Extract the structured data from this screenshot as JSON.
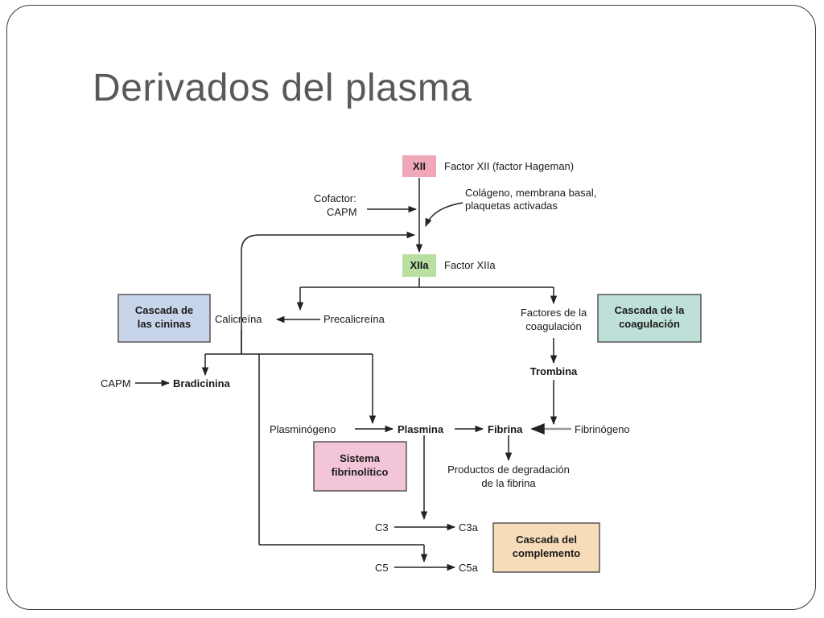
{
  "slide": {
    "title": "Derivados del plasma"
  },
  "diagram": {
    "nodes": {
      "xii_box": "XII",
      "xii_label": "Factor XII (factor Hageman)",
      "cofactor_line1": "Cofactor:",
      "cofactor_line2": "CAPM",
      "collagen_line1": "Colágeno, membrana basal,",
      "collagen_line2": "plaquetas activadas",
      "xiia_box": "XIIa",
      "xiia_label": "Factor XIIa",
      "kinin_cascade_line1": "Cascada de",
      "kinin_cascade_line2": "las cininas",
      "calicreina": "Calicreína",
      "precalicreina": "Precalicreína",
      "coag_factors_line1": "Factores de la",
      "coag_factors_line2": "coagulación",
      "coag_cascade_line1": "Cascada de la",
      "coag_cascade_line2": "coagulación",
      "capm": "CAPM",
      "bradicinina": "Bradicinina",
      "trombina": "Trombina",
      "plasminogeno": "Plasminógeno",
      "plasmina": "Plasmina",
      "fibrina": "Fibrina",
      "fibrinogeno": "Fibrinógeno",
      "fibrinolytic_line1": "Sistema",
      "fibrinolytic_line2": "fibrinolítico",
      "degradation_line1": "Productos de degradación",
      "degradation_line2": "de la fibrina",
      "c3": "C3",
      "c3a": "C3a",
      "c5": "C5",
      "c5a": "C5a",
      "complement_line1": "Cascada del",
      "complement_line2": "complemento"
    },
    "colors": {
      "xii_fill": "#f0a8b8",
      "xiia_fill": "#b8dfa0",
      "kinin_fill": "#c8d4ea",
      "coag_fill": "#bfe0d8",
      "fibrinolytic_fill": "#f2c6d8",
      "complement_fill": "#f6dcb8",
      "line": "#222222"
    }
  }
}
